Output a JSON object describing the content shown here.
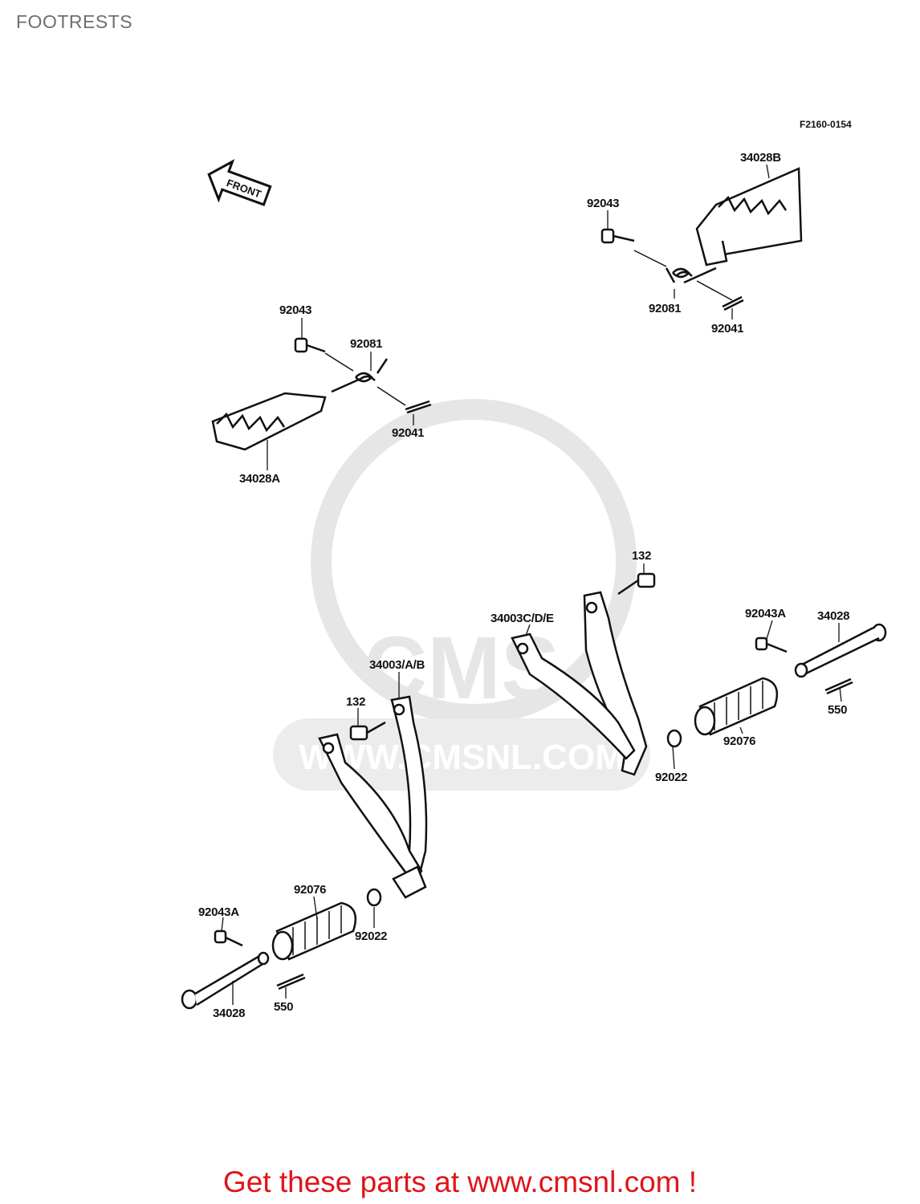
{
  "page": {
    "title": "FOOTRESTS"
  },
  "diagram": {
    "figure_code": "F2160-0154",
    "front_arrow_label": "FRONT",
    "parts": {
      "p_34028B": "34028B",
      "p_92043_r": "92043",
      "p_92081_r": "92081",
      "p_92041_r": "92041",
      "p_92043_l": "92043",
      "p_92081_l": "92081",
      "p_92041_l": "92041",
      "p_34028A": "34028A",
      "p_132_r": "132",
      "p_34003CDE": "34003C/D/E",
      "p_92043A_r": "92043A",
      "p_34028_r": "34028",
      "p_550_r": "550",
      "p_92076_r": "92076",
      "p_92022_r": "92022",
      "p_34003AB": "34003/A/B",
      "p_132_l": "132",
      "p_92076_l": "92076",
      "p_92043A_l": "92043A",
      "p_92022_l": "92022",
      "p_550_l": "550",
      "p_34028_l": "34028"
    }
  },
  "watermark": {
    "text": "CMS",
    "url": "WWW.CMSNL.COM"
  },
  "footer": {
    "banner": "Get these parts at www.cmsnl.com !"
  },
  "colors": {
    "banner": "#e0141b",
    "title": "#6f6f6f",
    "ink": "#111111",
    "watermark": "#e6e6e6"
  }
}
